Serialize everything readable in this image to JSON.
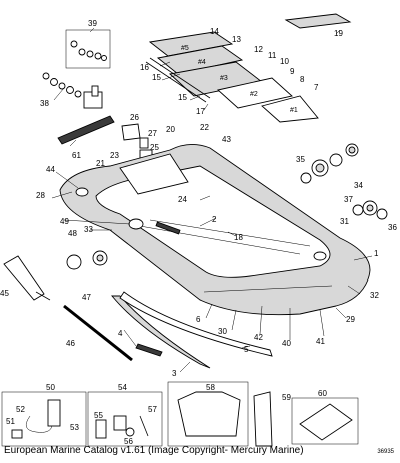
{
  "caption": "European Marine Catalog v1.61 (Image Copyright- Mercury Marine)",
  "doc_number": "36935",
  "floor_labels": {
    "p1": "#1",
    "p2": "#2",
    "p3": "#3",
    "p4": "#4",
    "p5": "#5"
  },
  "parts": {
    "p1": "1",
    "p2": "2",
    "p3": "3",
    "p4": "4",
    "p5": "5",
    "p6": "6",
    "p7": "7",
    "p8": "8",
    "p9": "9",
    "p10": "10",
    "p11": "11",
    "p12": "12",
    "p13": "13",
    "p14": "14",
    "p15": "15",
    "p15b": "15",
    "p16": "16",
    "p17": "17",
    "p18": "18",
    "p19": "19",
    "p20": "20",
    "p21": "21",
    "p22": "22",
    "p23": "23",
    "p24": "24",
    "p25": "25",
    "p26": "26",
    "p27": "27",
    "p28": "28",
    "p29": "29",
    "p30": "30",
    "p31": "31",
    "p32": "32",
    "p33": "33",
    "p34": "34",
    "p35": "35",
    "p36": "36",
    "p37": "37",
    "p38": "38",
    "p39": "39",
    "p40": "40",
    "p41": "41",
    "p42": "42",
    "p43": "43",
    "p44": "44",
    "p45": "45",
    "p46": "46",
    "p47": "47",
    "p48": "48",
    "p49": "49",
    "p50": "50",
    "p51": "51",
    "p52": "52",
    "p53": "53",
    "p54": "54",
    "p55": "55",
    "p56": "56",
    "p57": "57",
    "p58": "58",
    "p59": "59",
    "p60": "60",
    "p61": "61"
  }
}
